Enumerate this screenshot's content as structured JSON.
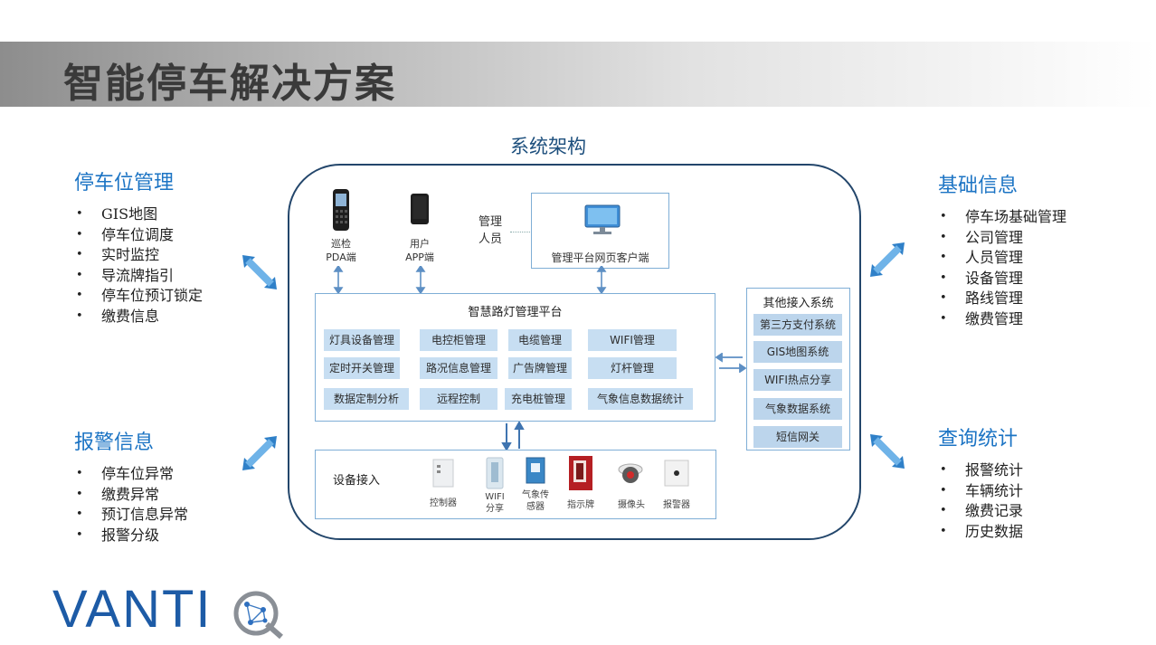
{
  "title": "智能停车解决方案",
  "architecture": {
    "title": "系统架构",
    "terminals": {
      "pda": "巡检\nPDA端",
      "app": "用户\nAPP端",
      "manager": "管理\n人员",
      "client": "管理平台网页客户端"
    },
    "platform": {
      "title": "智慧路灯管理平台",
      "cells": [
        "灯具设备管理",
        "电控柜管理",
        "电缆管理",
        "WIFI管理",
        "定时开关管理",
        "路况信息管理",
        "广告牌管理",
        "灯杆管理",
        "数据定制分析",
        "远程控制",
        "充电桩管理",
        "气象信息数据统计"
      ]
    },
    "other_systems": {
      "title": "其他接入系统",
      "items": [
        "第三方支付系统",
        "GIS地图系统",
        "WIFI热点分享",
        "气象数据系统",
        "短信网关"
      ]
    },
    "devices": {
      "title": "设备接入",
      "items": [
        "控制器",
        "WIFI\n分享",
        "气象传\n感器",
        "指示牌",
        "摄像头",
        "报警器"
      ]
    }
  },
  "sections": {
    "parking": {
      "heading": "停车位管理",
      "items": [
        "GIS地图",
        "停车位调度",
        "实时监控",
        "导流牌指引",
        "停车位预订锁定",
        "缴费信息"
      ]
    },
    "alarm": {
      "heading": "报警信息",
      "items": [
        "停车位异常",
        "缴费异常",
        "预订信息异常",
        "报警分级"
      ]
    },
    "basic": {
      "heading": "基础信息",
      "items": [
        "停车场基础管理",
        "公司管理",
        "人员管理",
        "设备管理",
        "路线管理",
        "缴费管理"
      ]
    },
    "query": {
      "heading": "查询统计",
      "items": [
        "报警统计",
        "车辆统计",
        "缴费记录",
        "历史数据"
      ]
    }
  },
  "logo": {
    "text": "VANTIQ"
  },
  "colors": {
    "accent": "#1c74c4",
    "frame": "#23466b",
    "cell": "#c7def2",
    "arrow": "#2f80c8"
  }
}
